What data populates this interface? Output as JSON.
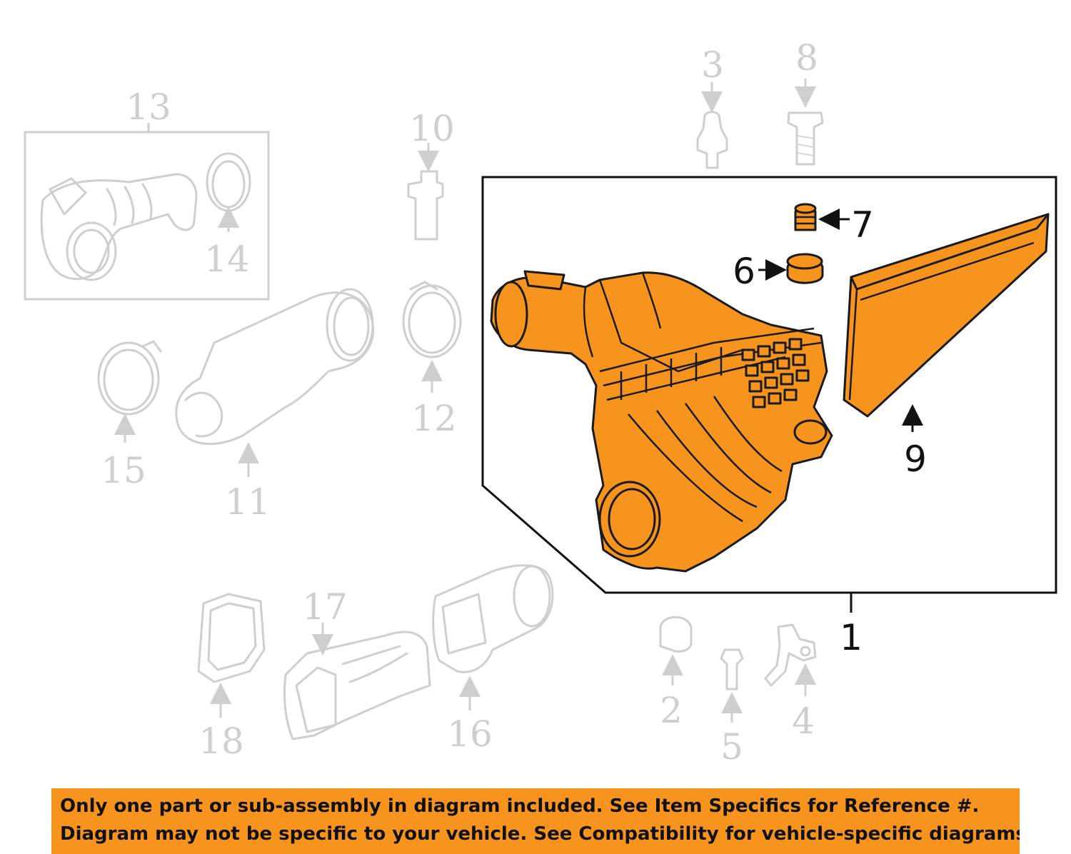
{
  "callouts": {
    "c1": "1",
    "c2": "2",
    "c3": "3",
    "c4": "4",
    "c5": "5",
    "c6": "6",
    "c7": "7",
    "c8": "8",
    "c9": "9",
    "c10": "10",
    "c11": "11",
    "c12": "12",
    "c13": "13",
    "c14": "14",
    "c15": "15",
    "c16": "16",
    "c17": "17",
    "c18": "18"
  },
  "highlighted_parts": [
    "1",
    "6",
    "7",
    "9"
  ],
  "colors": {
    "highlight": "#f7941d",
    "ghost_parts": "#cfcfcf",
    "outline": "#1a1a1a",
    "banner": "#f7941d"
  },
  "disclaimer": {
    "line1": "Only one part or sub-assembly in diagram included. See Item Specifics for Reference #.",
    "line2": "Diagram may not be specific to your vehicle. See Compatibility for vehicle-specific diagrams."
  }
}
